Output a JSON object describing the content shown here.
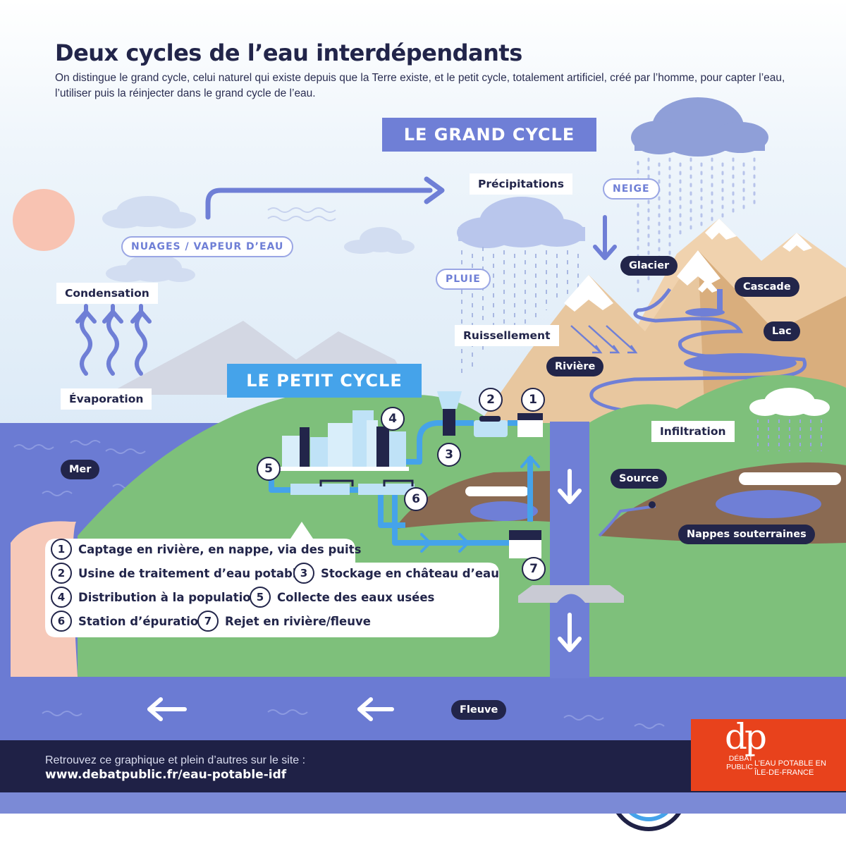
{
  "header": {
    "title": "Deux cycles de l’eau interdépendants",
    "subtitle": "On distingue le grand cycle, celui naturel qui existe depuis que la Terre existe, et le petit cycle, totalement artificiel, créé par l’homme, pour capter l’eau, l’utiliser puis la réinjecter dans le grand cycle de l’eau."
  },
  "banners": {
    "grand_cycle": "LE GRAND CYCLE",
    "petit_cycle": "LE PETIT CYCLE"
  },
  "labels": {
    "condensation": "Condensation",
    "evaporation": "Évaporation",
    "nuages": "NUAGES / VAPEUR D’EAU",
    "precipitations": "Précipitations",
    "neige": "NEIGE",
    "pluie": "PLUIE",
    "glacier": "Glacier",
    "cascade": "Cascade",
    "lac": "Lac",
    "ruissellement": "Ruissellement",
    "riviere": "Rivière",
    "infiltration": "Infiltration",
    "source": "Source",
    "nappes": "Nappes souterraines",
    "mer": "Mer",
    "fleuve": "Fleuve"
  },
  "steps": [
    {
      "num": "1",
      "label": "Captage en rivière, en nappe, via des puits"
    },
    {
      "num": "2",
      "label": "Usine de traitement d’eau potable"
    },
    {
      "num": "3",
      "label": "Stockage en château d’eau"
    },
    {
      "num": "4",
      "label": "Distribution à la population"
    },
    {
      "num": "5",
      "label": "Collecte des eaux usées"
    },
    {
      "num": "6",
      "label": "Station d’épuration"
    },
    {
      "num": "7",
      "label": "Rejet en rivière/fleuve"
    }
  ],
  "footer": {
    "text": "Retrouvez ce graphique et plein d’autres sur le site :",
    "url": "www.debatpublic.fr/eau-potable-idf",
    "logo_letters": "dp",
    "logo_small": "DÉBAT PUBLIC",
    "logo_right": "L’EAU POTABLE EN ÎLE-DE-FRANCE"
  },
  "colors": {
    "navy": "#22254a",
    "river": "#6f7fd6",
    "sea": "#6b7bd3",
    "grass": "#7ec07b",
    "soil": "#8a6a52",
    "sand": "#f6c9b9",
    "petit_cycle": "#45a3ea",
    "dp_red": "#e8421c"
  }
}
